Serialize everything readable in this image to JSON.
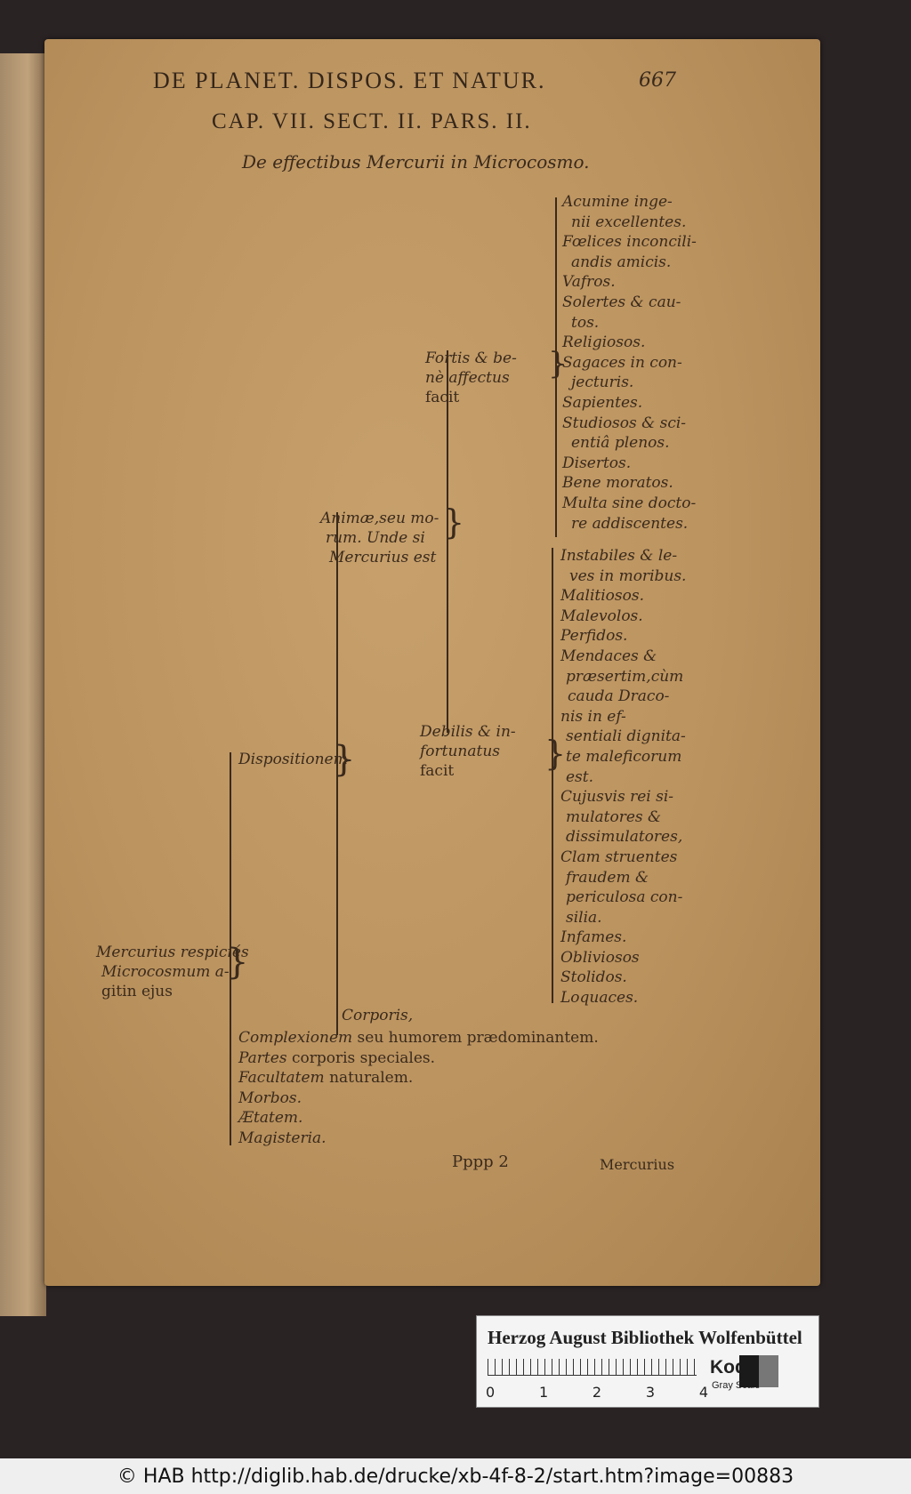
{
  "header": {
    "running_title": "DE PLANET. DISPOS. ET NATUR.",
    "page_number": "667",
    "chapter": "CAP. VII. SECT. II. PARS. II.",
    "subtitle": "De effectibus Mercurii in Microcosmo."
  },
  "tree": {
    "root": [
      "Mercurius respiciés",
      "Microcosmum a-",
      "gitin ejus"
    ],
    "dispositionem": "Dispositionem",
    "animae": [
      "Animæ,seu mo-",
      "rum. Unde si",
      "Mercurius est"
    ],
    "fortis": [
      "Fortis & be-",
      "nè affectus",
      "facit"
    ],
    "debilis": [
      "Debilis & in-",
      "fortunatus",
      "facit"
    ],
    "corporis": "Corporis,",
    "fortis_list": [
      "Acumine inge-",
      "nii excellentes.",
      "Fœlices inconcili-",
      "andis amicis.",
      "Vafros.",
      "Solertes & cau-",
      "tos.",
      "Religiosos.",
      "Sagaces in con-",
      "jecturis.",
      "Sapientes.",
      "Studiosos & sci-",
      "entiâ plenos.",
      "Disertos.",
      "Bene moratos.",
      "Multa sine docto-",
      "re addiscentes."
    ],
    "debilis_list": [
      "Instabiles & le-",
      "ves in moribus.",
      "Malitiosos.",
      "Malevolos.",
      "Perfidos.",
      "Mendaces &",
      "præsertim,cùm",
      "cauda Draco-",
      "nis in ef-",
      "sentiali dignita-",
      "te maleficorum",
      "est.",
      "Cujusvis rei si-",
      "mulatores &",
      "dissimulatores,",
      "Clam struentes",
      "fraudem &",
      "periculosa con-",
      "silia.",
      "Infames.",
      "Obliviosos",
      "Stolidos.",
      "Loquaces."
    ],
    "root_list": [
      {
        "italic": "Complexionem",
        "roman": " seu humorem prædominantem."
      },
      {
        "italic": "Partes",
        "roman": " corporis speciales."
      },
      {
        "italic": "Facultatem",
        "roman": " naturalem."
      },
      {
        "italic": "Morbos.",
        "roman": ""
      },
      {
        "italic": "Ætatem.",
        "roman": ""
      },
      {
        "italic": "Magisteria.",
        "roman": ""
      }
    ]
  },
  "footer_marks": {
    "signature": "Pppp 2",
    "catchword": "Mercurius"
  },
  "color_bar": {
    "library": "Herzog August Bibliothek Wolfenbüttel",
    "brand": "Kodak",
    "scale_label": "Gray Scale",
    "ticks": [
      "0",
      "1",
      "2",
      "3",
      "4"
    ]
  },
  "footer": {
    "copyright": "© HAB http://diglib.hab.de/drucke/xb-4f-8-2/start.htm?image=00883"
  }
}
